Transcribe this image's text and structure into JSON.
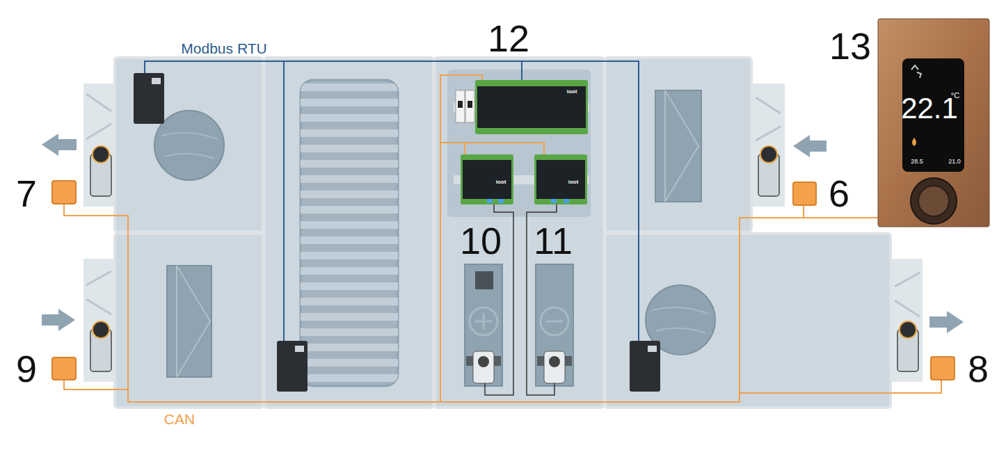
{
  "diagram": {
    "labels": [
      "Modbus RTU",
      "12",
      "13",
      "7",
      "6",
      "ioot",
      "ioot",
      "ioot",
      "10",
      "11",
      "9",
      "8",
      "CAN",
      "°C",
      "22.1",
      "28.5",
      "21.0"
    ]
  }
}
